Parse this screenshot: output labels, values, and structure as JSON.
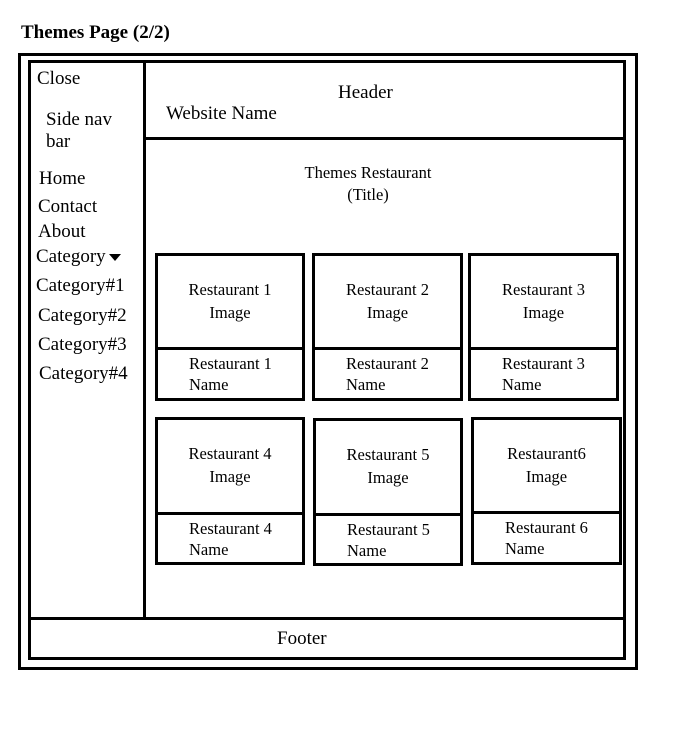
{
  "page_title": "Themes Page (2/2)",
  "sidebar": {
    "close_label": "Close",
    "side_nav_line1": "Side nav",
    "side_nav_line2": "bar",
    "home": "Home",
    "contact": "Contact",
    "about": "About",
    "category": "Category",
    "category_items": [
      "Category#1",
      "Category#2",
      "Category#3",
      "Category#4"
    ]
  },
  "header": {
    "label": "Header",
    "website_name": "Website Name"
  },
  "main": {
    "title_line1": "Themes Restaurant",
    "title_line2": "(Title)"
  },
  "cards": [
    {
      "image_line1": "Restaurant 1",
      "image_line2": "Image",
      "name_line1": "Restaurant 1",
      "name_line2": "Name"
    },
    {
      "image_line1": "Restaurant  2",
      "image_line2": "Image",
      "name_line1": "Restaurant 2",
      "name_line2": "Name"
    },
    {
      "image_line1": "Restaurant 3",
      "image_line2": "Image",
      "name_line1": "Restaurant 3",
      "name_line2": "Name"
    },
    {
      "image_line1": "Restaurant 4",
      "image_line2": "Image",
      "name_line1": "Restaurant 4",
      "name_line2": "Name"
    },
    {
      "image_line1": "Restaurant 5",
      "image_line2": "Image",
      "name_line1": "Restaurant 5",
      "name_line2": "Name"
    },
    {
      "image_line1": "Restaurant6",
      "image_line2": "Image",
      "name_line1": "Restaurant 6",
      "name_line2": "Name"
    }
  ],
  "footer": {
    "label": "Footer"
  }
}
